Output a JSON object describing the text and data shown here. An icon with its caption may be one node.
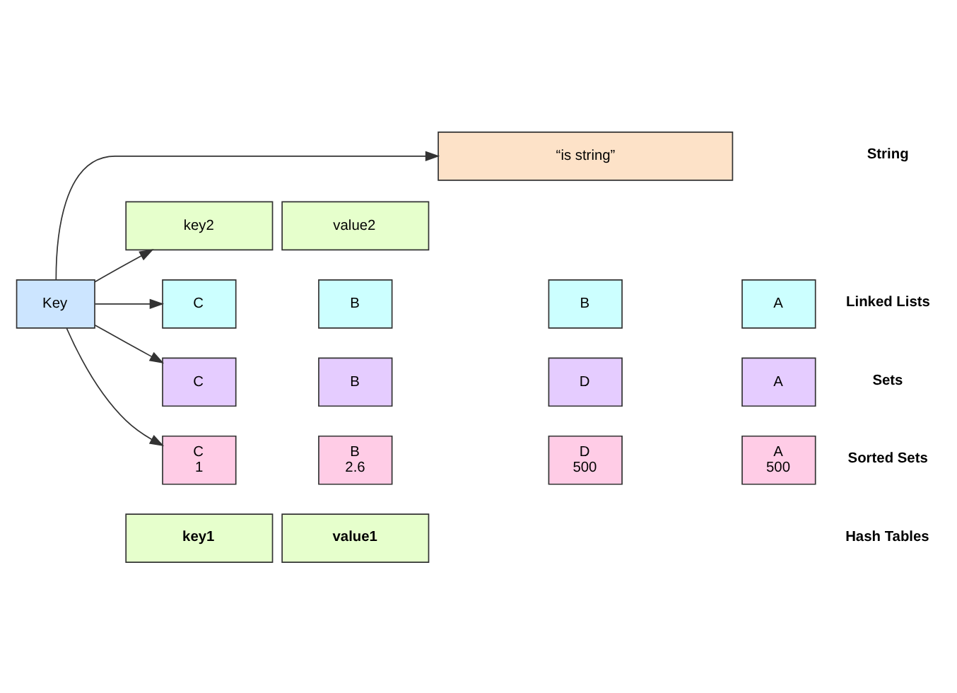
{
  "diagram": {
    "nodes": [
      {
        "text": [
          "Key"
        ]
      },
      {
        "text": [
          "“is string”"
        ]
      },
      {
        "text": [
          "key1"
        ]
      },
      {
        "text": [
          "value1"
        ]
      },
      {
        "text": [
          "key2"
        ]
      },
      {
        "text": [
          "value2"
        ]
      },
      {
        "text": [
          "C"
        ]
      },
      {
        "text": [
          "B"
        ]
      },
      {
        "text": [
          "B"
        ]
      },
      {
        "text": [
          "A"
        ]
      },
      {
        "text": [
          "C"
        ]
      },
      {
        "text": [
          "B"
        ]
      },
      {
        "text": [
          "D"
        ]
      },
      {
        "text": [
          "A"
        ]
      },
      {
        "text": [
          "C",
          "1"
        ]
      },
      {
        "text": [
          "B",
          "2.6"
        ]
      },
      {
        "text": [
          "D",
          "500"
        ]
      },
      {
        "text": [
          "A",
          "500"
        ]
      }
    ],
    "edges": [
      {
        "from": 0,
        "to": 1,
        "arrow": "to"
      },
      {
        "from": 0,
        "to": 4,
        "arrow": "to"
      },
      {
        "from": 0,
        "to": 6,
        "arrow": "to"
      },
      {
        "from": 0,
        "to": 10,
        "arrow": "to"
      },
      {
        "from": 0,
        "to": 14,
        "arrow": "to"
      }
    ],
    "labels": [
      "String",
      "Hash Tables",
      "Linked Lists",
      "Sets",
      "Sorted Sets"
    ]
  }
}
